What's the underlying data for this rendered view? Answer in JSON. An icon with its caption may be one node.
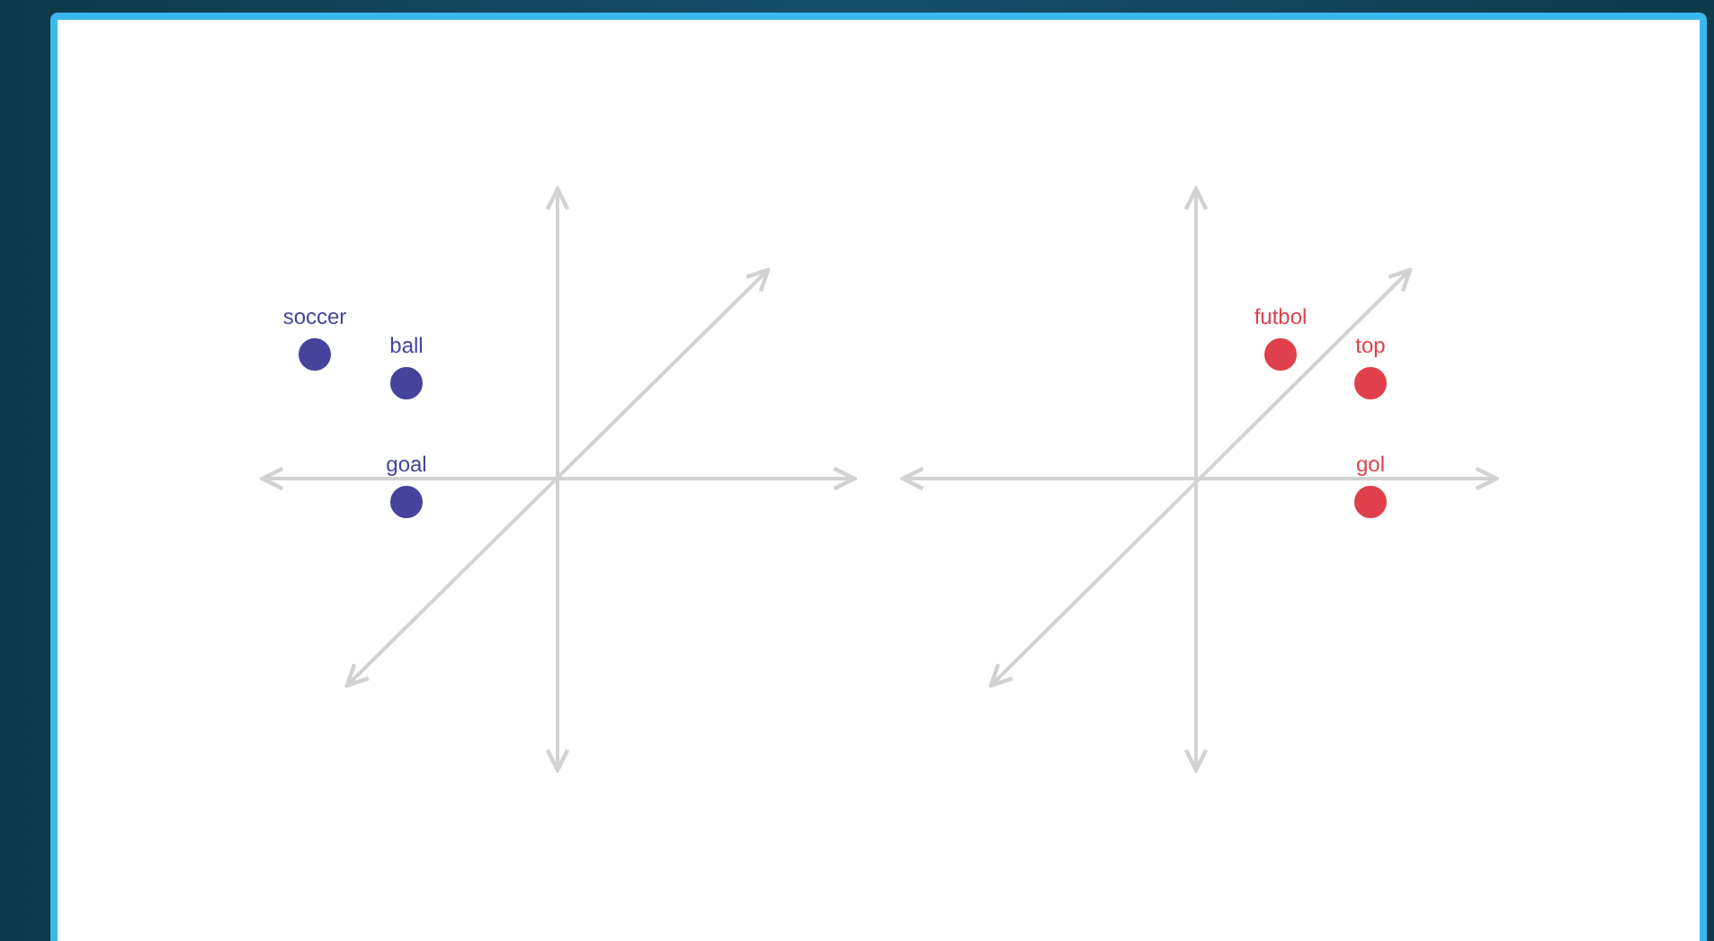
{
  "diagram": {
    "nodes": [
      {
        "text": [
          "soccer"
        ]
      },
      {
        "text": [
          "ball"
        ]
      },
      {
        "text": [
          "goal"
        ]
      },
      {
        "text": [
          "futbol"
        ]
      },
      {
        "text": [
          "top"
        ]
      },
      {
        "text": [
          "gol"
        ]
      }
    ]
  }
}
